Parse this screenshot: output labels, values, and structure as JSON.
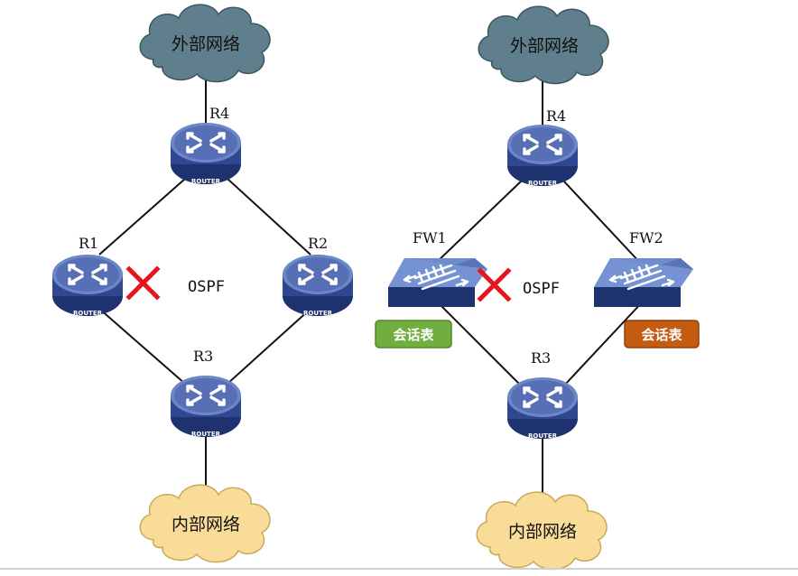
{
  "colors": {
    "cloud_external": "#5f7f8d",
    "cloud_internal": "#f9dc98",
    "router_body": "#2e4790",
    "router_top": "#6d86c6",
    "firewall_top": "#6f8ccc",
    "link": "#111111",
    "failure_cross": "#e8141c",
    "session_table_1": "#6fae3f",
    "session_table_2": "#c55a11"
  },
  "left_topology": {
    "external_cloud": "外部网络",
    "internal_cloud": "内部网络",
    "protocol": "OSPF",
    "failure_mark_icon": "red-x-icon",
    "nodes": {
      "r4": {
        "label": "R4",
        "device": "ROUTER"
      },
      "r1": {
        "label": "R1",
        "device": "ROUTER"
      },
      "r2": {
        "label": "R2",
        "device": "ROUTER"
      },
      "r3": {
        "label": "R3",
        "device": "ROUTER"
      }
    }
  },
  "right_topology": {
    "external_cloud": "外部网络",
    "internal_cloud": "内部网络",
    "protocol": "OSPF",
    "failure_mark_icon": "red-x-icon",
    "nodes": {
      "r4": {
        "label": "R4",
        "device": "ROUTER"
      },
      "fw1": {
        "label": "FW1",
        "session_table": "会话表"
      },
      "fw2": {
        "label": "FW2",
        "session_table": "会话表"
      },
      "r3": {
        "label": "R3",
        "device": "ROUTER"
      }
    }
  }
}
